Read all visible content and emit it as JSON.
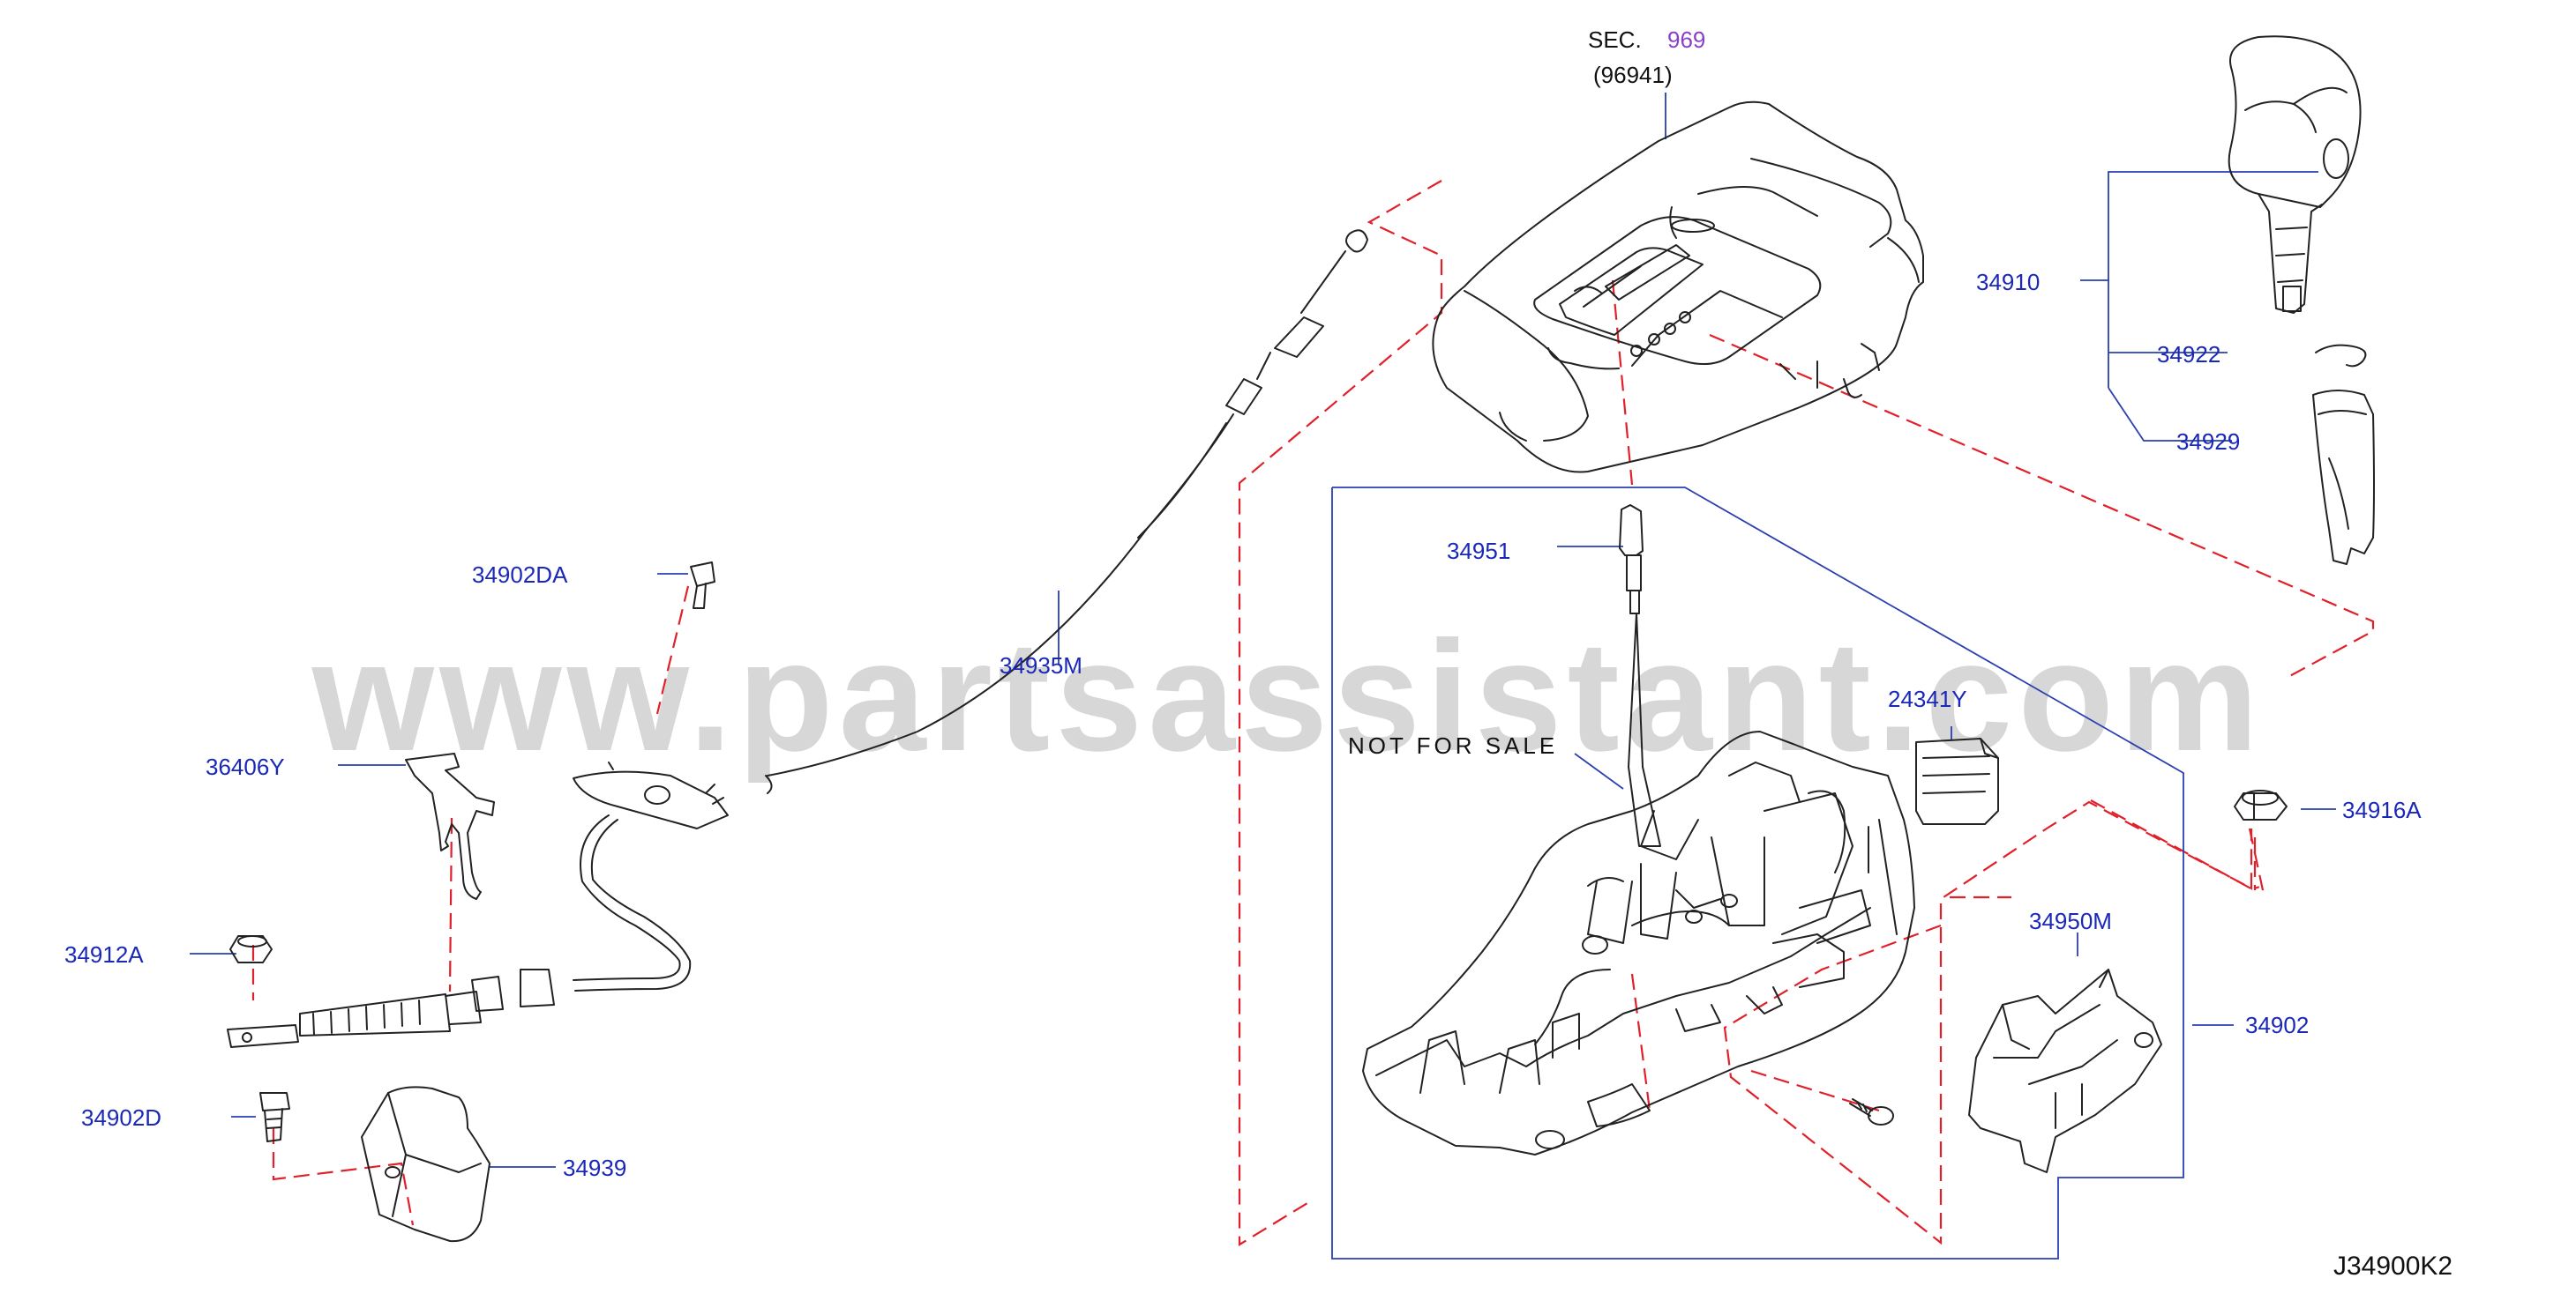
{
  "diagram": {
    "section": {
      "prefix": "SEC.",
      "number": "969",
      "sub": "(96941)"
    },
    "watermark": "www.partsassistant.com",
    "note": "NOT FOR SALE",
    "drawing_code": "J34900K2",
    "parts": {
      "p34910": "34910",
      "p34922": "34922",
      "p34929": "34929",
      "p34951": "34951",
      "p34902DA": "34902DA",
      "p34935M": "34935M",
      "p24341Y": "24341Y",
      "p36406Y": "36406Y",
      "p34916A": "34916A",
      "p34950M": "34950M",
      "p34912A": "34912A",
      "p34902": "34902",
      "p34902D": "34902D",
      "p34939": "34939"
    },
    "colors": {
      "part_number": "#1a28b8",
      "leader": "#2a3fb0",
      "dashed": "#e0202a",
      "drawing": "#222222",
      "section_link": "#8a3fc8"
    }
  }
}
